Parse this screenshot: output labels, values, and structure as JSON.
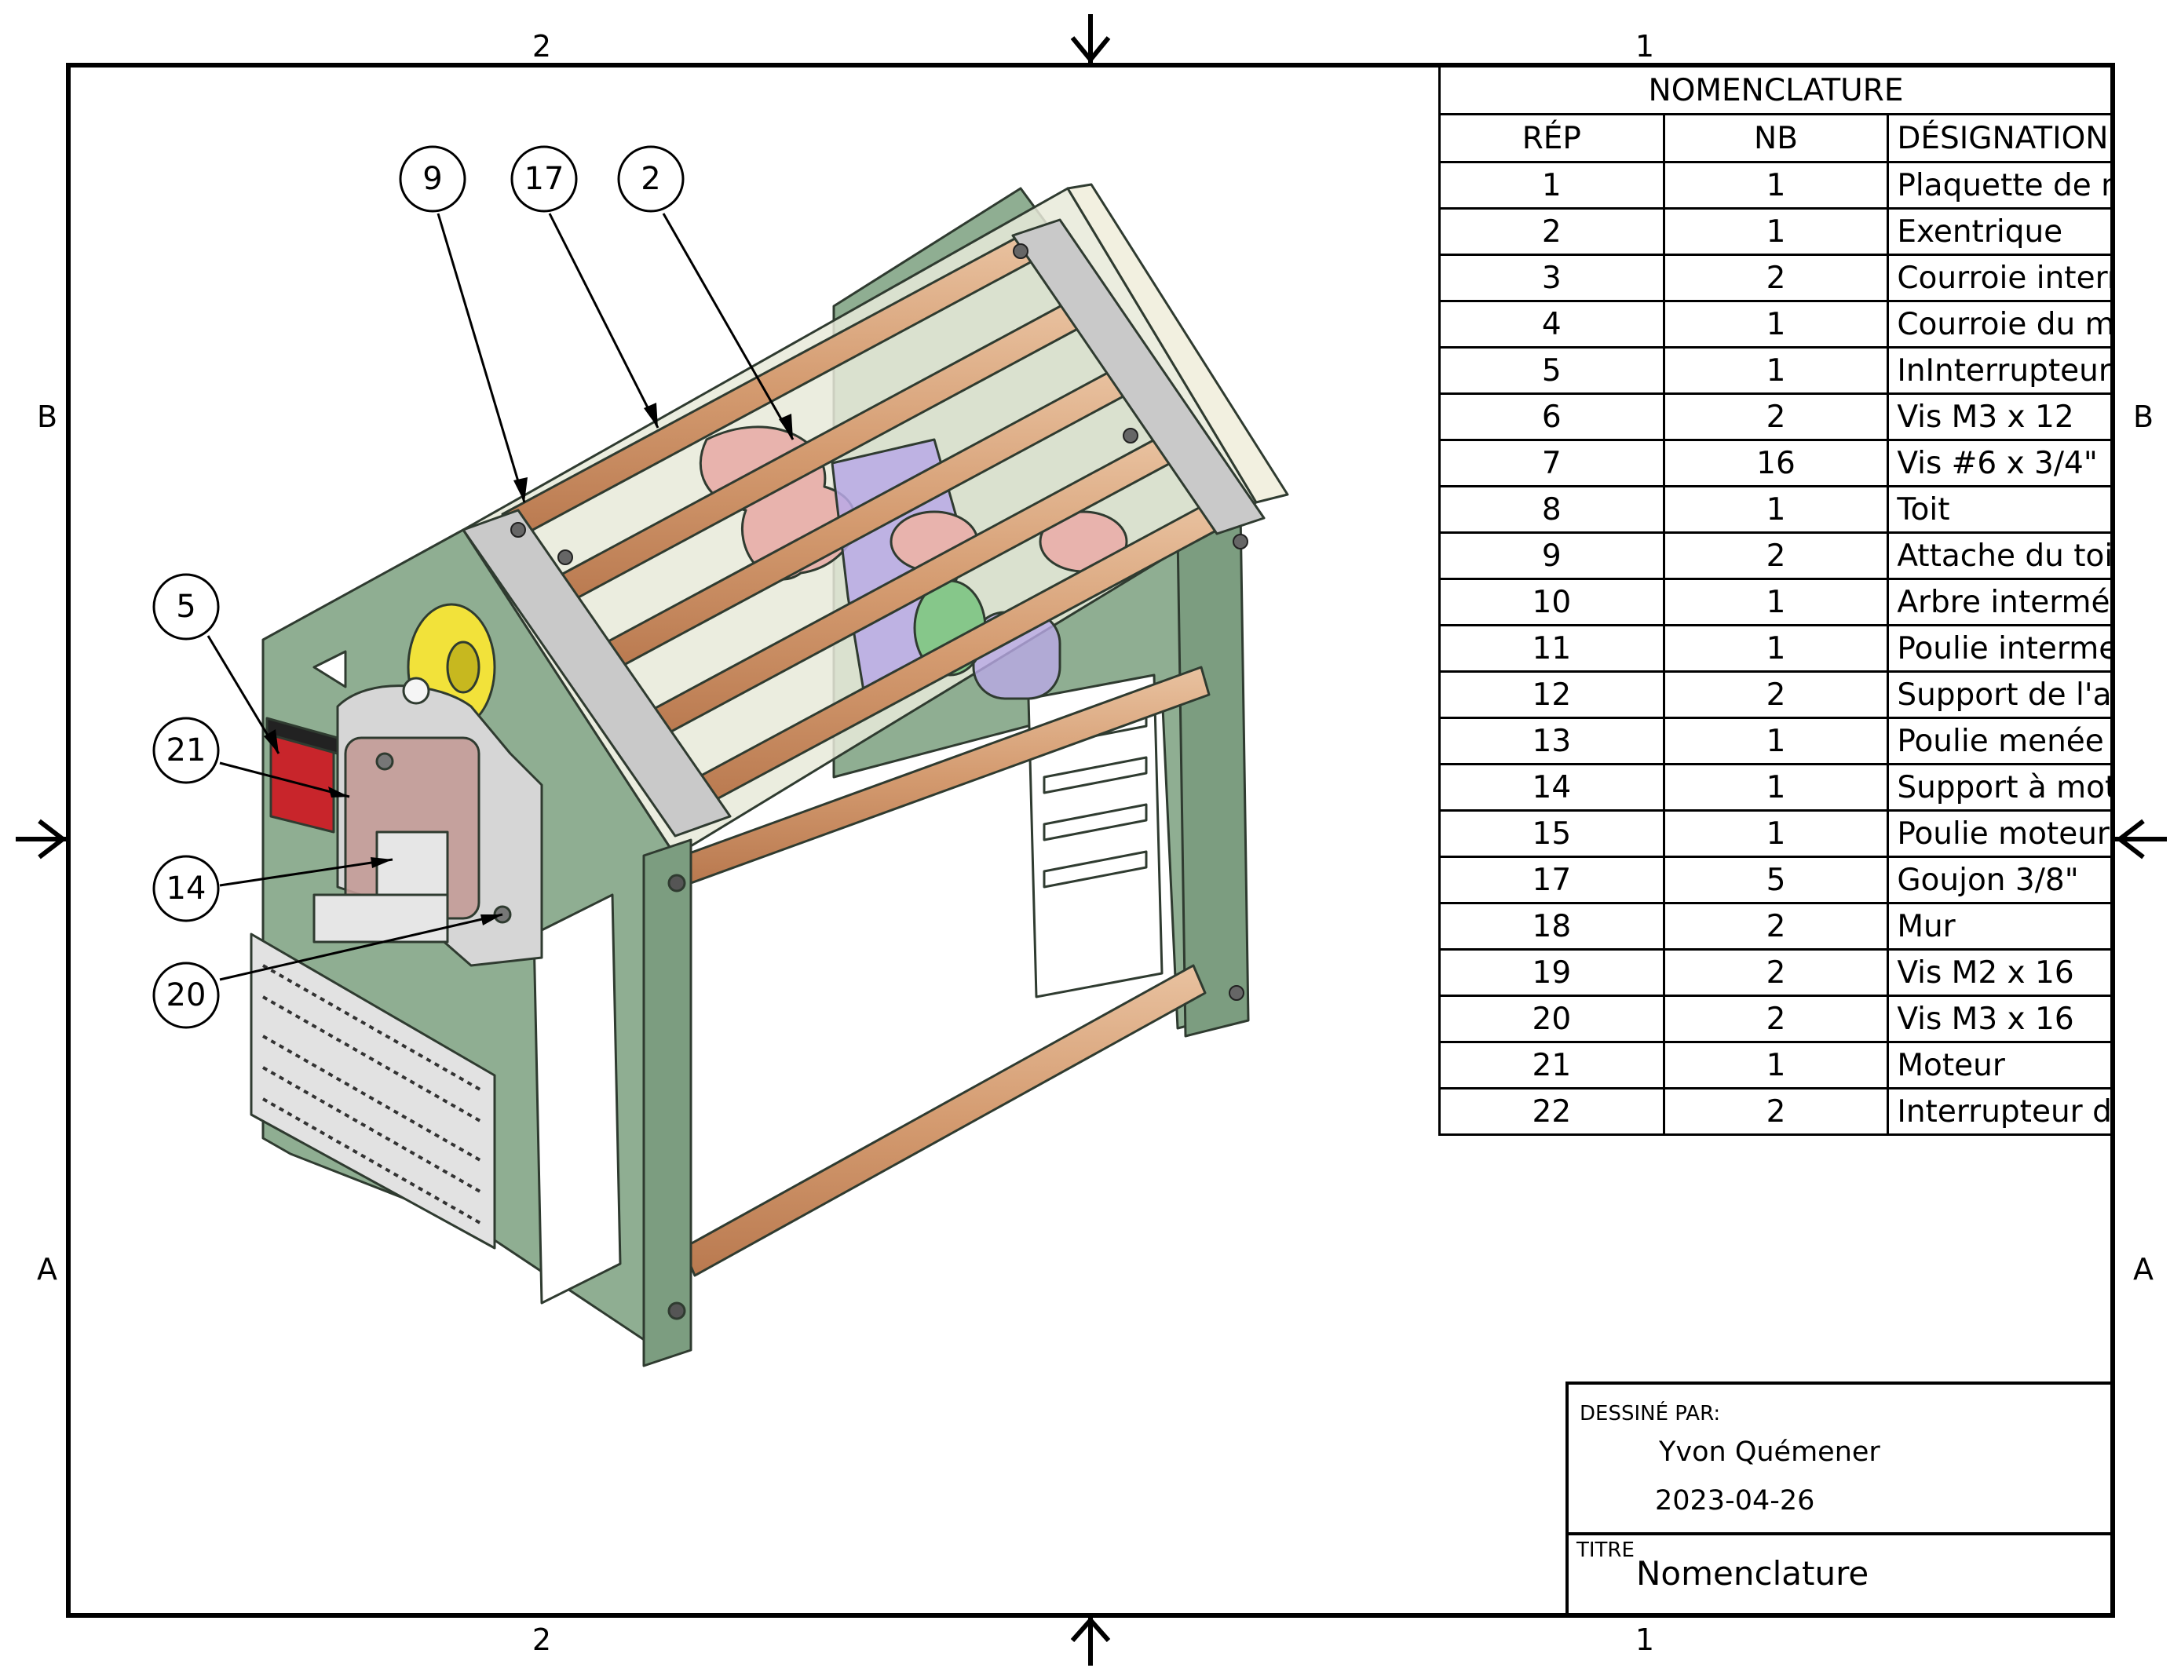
{
  "zones": {
    "top": [
      "2",
      "1"
    ],
    "bottom": [
      "2",
      "1"
    ],
    "left": [
      "B",
      "A"
    ],
    "right": [
      "B",
      "A"
    ]
  },
  "nomenclature": {
    "title": "NOMENCLATURE",
    "headers": {
      "rep": "RÉP",
      "nb": "NB",
      "designation": "DÉSIGNATION"
    },
    "rows": [
      {
        "rep": "1",
        "nb": "1",
        "designation": "Plaquette de montage"
      },
      {
        "rep": "2",
        "nb": "1",
        "designation": "Exentrique"
      },
      {
        "rep": "3",
        "nb": "2",
        "designation": "Courroie intermédiaire"
      },
      {
        "rep": "4",
        "nb": "1",
        "designation": "Courroie du moteur"
      },
      {
        "rep": "5",
        "nb": "1",
        "designation": "InInterrupteur principal"
      },
      {
        "rep": "6",
        "nb": "2",
        "designation": "Vis M3 x 12"
      },
      {
        "rep": "7",
        "nb": "16",
        "designation": "Vis #6 x 3/4\""
      },
      {
        "rep": "8",
        "nb": "1",
        "designation": "Toit"
      },
      {
        "rep": "9",
        "nb": "2",
        "designation": "Attache du toit"
      },
      {
        "rep": "10",
        "nb": "1",
        "designation": "Arbre intermédiaire"
      },
      {
        "rep": "11",
        "nb": "1",
        "designation": "Poulie intermediaire"
      },
      {
        "rep": "12",
        "nb": "2",
        "designation": "Support de l'arbre intermédiaire"
      },
      {
        "rep": "13",
        "nb": "1",
        "designation": "Poulie menée"
      },
      {
        "rep": "14",
        "nb": "1",
        "designation": "Support à moteur"
      },
      {
        "rep": "15",
        "nb": "1",
        "designation": "Poulie moteur"
      },
      {
        "rep": "17",
        "nb": "5",
        "designation": "Goujon 3/8\""
      },
      {
        "rep": "18",
        "nb": "2",
        "designation": "Mur"
      },
      {
        "rep": "19",
        "nb": "2",
        "designation": "Vis M2 x 16"
      },
      {
        "rep": "20",
        "nb": "2",
        "designation": "Vis M3 x 16"
      },
      {
        "rep": "21",
        "nb": "1",
        "designation": "Moteur"
      },
      {
        "rep": "22",
        "nb": "2",
        "designation": "Interrupteur de fin de course"
      }
    ]
  },
  "title_block": {
    "drawn_by_label": "DESSINÉ PAR:",
    "author": "Yvon Quémener",
    "date": "2023-04-26",
    "title_label": "TITRE",
    "title": "Nomenclature"
  },
  "balloons": [
    "9",
    "17",
    "2",
    "5",
    "21",
    "14",
    "20"
  ],
  "colors": {
    "frame_green": "#8fae92",
    "frame_green_dark": "#5e7f62",
    "dowel_wood": "#d8a67f",
    "part_pink": "#e8b3ad",
    "part_purple": "#b9a9e6",
    "pulley_yellow": "#f2e23a",
    "switch_red": "#c8252b",
    "motor_grey": "#d6d6d6",
    "breadboard": "#e2e2e2"
  }
}
